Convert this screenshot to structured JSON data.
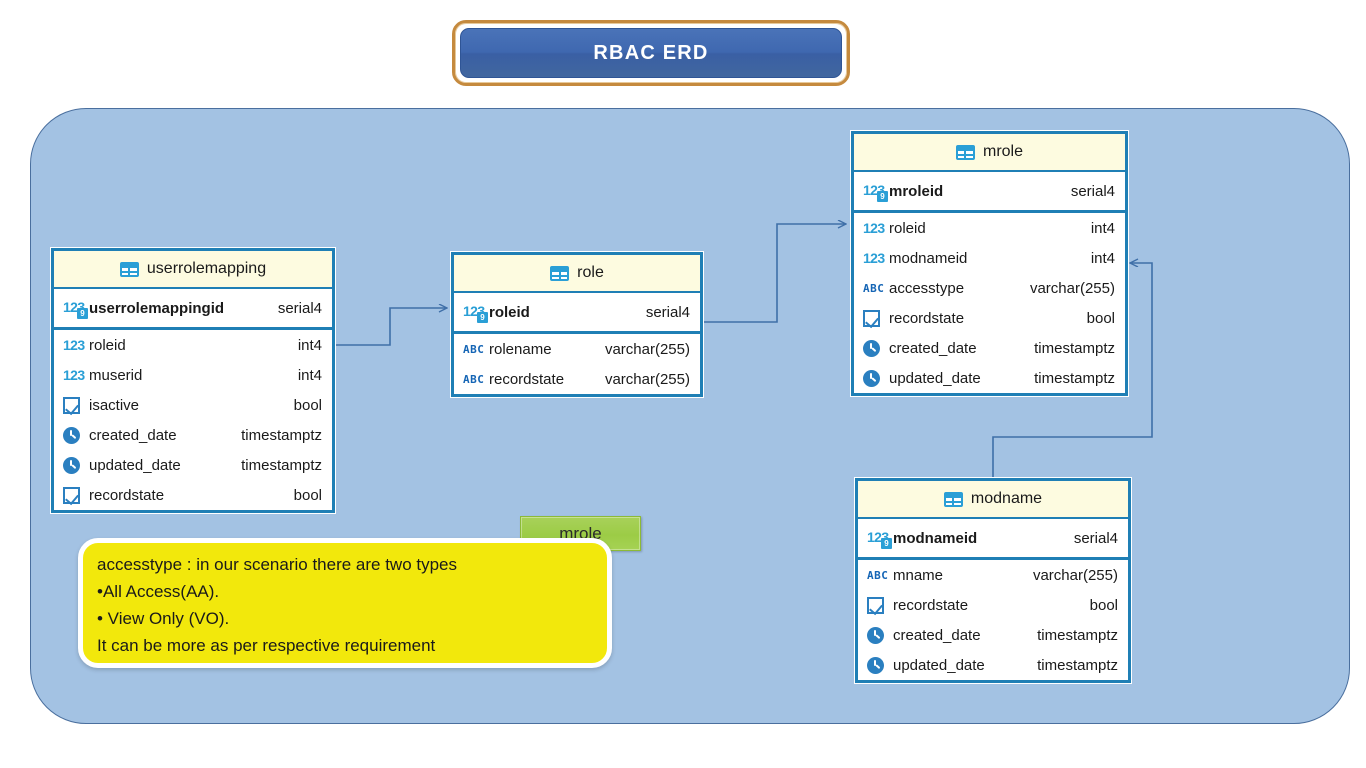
{
  "title": {
    "text": "RBAC ERD"
  },
  "colors": {
    "panel_bg": "#a3c2e3",
    "title_fill": "#3f68b0",
    "title_border": "#c58a3e",
    "table_border": "#1f7fb5",
    "table_header_bg": "#fdfbe0",
    "note_bg": "#f2e80c",
    "tag_bg": "#9ccc46",
    "edge": "#3f6fa8"
  },
  "icons": {
    "table": "table-icon",
    "pk": "primary-key-number-icon",
    "int": "number-123-icon",
    "text": "abc-text-icon",
    "bool": "checkbox-icon",
    "timestamp": "clock-icon"
  },
  "tables": [
    {
      "id": "userrolemapping",
      "name": "userrolemapping",
      "pk": {
        "name": "userrolemappingid",
        "type": "serial4",
        "icon": "pk"
      },
      "columns": [
        {
          "name": "roleid",
          "type": "int4",
          "icon": "int"
        },
        {
          "name": "muserid",
          "type": "int4",
          "icon": "int"
        },
        {
          "name": "isactive",
          "type": "bool",
          "icon": "bool"
        },
        {
          "name": "created_date",
          "type": "timestamptz",
          "icon": "timestamp"
        },
        {
          "name": "updated_date",
          "type": "timestamptz",
          "icon": "timestamp"
        },
        {
          "name": "recordstate",
          "type": "bool",
          "icon": "bool"
        }
      ]
    },
    {
      "id": "role",
      "name": "role",
      "pk": {
        "name": "roleid",
        "type": "serial4",
        "icon": "pk"
      },
      "columns": [
        {
          "name": "rolename",
          "type": "varchar(255)",
          "icon": "text"
        },
        {
          "name": "recordstate",
          "type": "varchar(255)",
          "icon": "text"
        }
      ]
    },
    {
      "id": "mrole",
      "name": "mrole",
      "pk": {
        "name": "mroleid",
        "type": "serial4",
        "icon": "pk"
      },
      "columns": [
        {
          "name": "roleid",
          "type": "int4",
          "icon": "int"
        },
        {
          "name": "modnameid",
          "type": "int4",
          "icon": "int"
        },
        {
          "name": "accesstype",
          "type": "varchar(255)",
          "icon": "text"
        },
        {
          "name": "recordstate",
          "type": "bool",
          "icon": "bool"
        },
        {
          "name": "created_date",
          "type": "timestamptz",
          "icon": "timestamp"
        },
        {
          "name": "updated_date",
          "type": "timestamptz",
          "icon": "timestamp"
        }
      ]
    },
    {
      "id": "modname",
      "name": "modname",
      "pk": {
        "name": "modnameid",
        "type": "serial4",
        "icon": "pk"
      },
      "columns": [
        {
          "name": "mname",
          "type": "varchar(255)",
          "icon": "text"
        },
        {
          "name": "recordstate",
          "type": "bool",
          "icon": "bool"
        },
        {
          "name": "created_date",
          "type": "timestamptz",
          "icon": "timestamp"
        },
        {
          "name": "updated_date",
          "type": "timestamptz",
          "icon": "timestamp"
        }
      ]
    }
  ],
  "note": {
    "lines": [
      "accesstype : in our scenario there are two types",
      "•All Access(AA).",
      "• View Only (VO).",
      "It can be more as per respective requirement"
    ]
  },
  "tag": {
    "label": "mrole"
  },
  "relationships": [
    {
      "from": "userrolemapping.roleid",
      "to": "role.roleid"
    },
    {
      "from": "role.roleid",
      "to": "mrole.roleid"
    },
    {
      "from": "modname.modnameid",
      "to": "mrole.modnameid"
    }
  ]
}
